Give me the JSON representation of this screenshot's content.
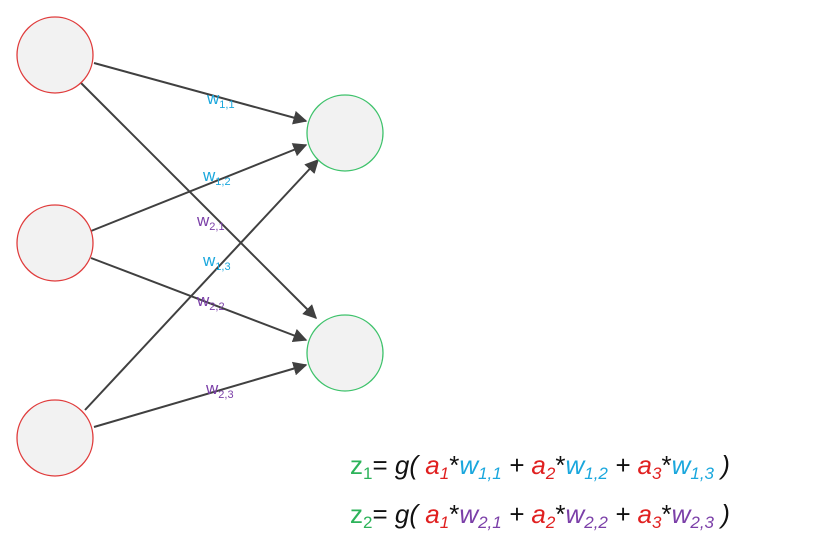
{
  "colors": {
    "input_node_stroke": "#e03c3c",
    "output_node_stroke": "#3ec26b",
    "node_fill": "#f2f2f2",
    "edge": "#404040",
    "w1": "#1aa7dd",
    "w2": "#7b3fa8",
    "a": "#e02020",
    "z": "#2db35a",
    "text": "#111111"
  },
  "nodes": {
    "inputs": [
      "input-node-1",
      "input-node-2",
      "input-node-3"
    ],
    "outputs": [
      "output-node-1",
      "output-node-2"
    ]
  },
  "weights": {
    "w11": {
      "base": "w",
      "sub": "1,1"
    },
    "w12": {
      "base": "w",
      "sub": "1,2"
    },
    "w13": {
      "base": "w",
      "sub": "1,3"
    },
    "w21": {
      "base": "w",
      "sub": "2,1"
    },
    "w22": {
      "base": "w",
      "sub": "2,2"
    },
    "w23": {
      "base": "w",
      "sub": "2,3"
    }
  },
  "equations": {
    "eq1": {
      "lhs": "z",
      "lhs_sub": "1",
      "eq": "= ",
      "fn": "g(",
      "close": ")",
      "terms": [
        {
          "a": "a",
          "a_sub": "1",
          "op": "*",
          "w": "w",
          "w_sub": "1,1",
          "plus": "+"
        },
        {
          "a": "a",
          "a_sub": "2",
          "op": "*",
          "w": "w",
          "w_sub": "1,2",
          "plus": "+"
        },
        {
          "a": "a",
          "a_sub": "3",
          "op": "*",
          "w": "w",
          "w_sub": "1,3",
          "plus": ""
        }
      ]
    },
    "eq2": {
      "lhs": "z",
      "lhs_sub": "2",
      "eq": "= ",
      "fn": "g(",
      "close": ")",
      "terms": [
        {
          "a": "a",
          "a_sub": "1",
          "op": "*",
          "w": "w",
          "w_sub": "2,1",
          "plus": "+"
        },
        {
          "a": "a",
          "a_sub": "2",
          "op": "*",
          "w": "w",
          "w_sub": "2,2",
          "plus": "+"
        },
        {
          "a": "a",
          "a_sub": "3",
          "op": "*",
          "w": "w",
          "w_sub": "2,3",
          "plus": ""
        }
      ]
    }
  }
}
